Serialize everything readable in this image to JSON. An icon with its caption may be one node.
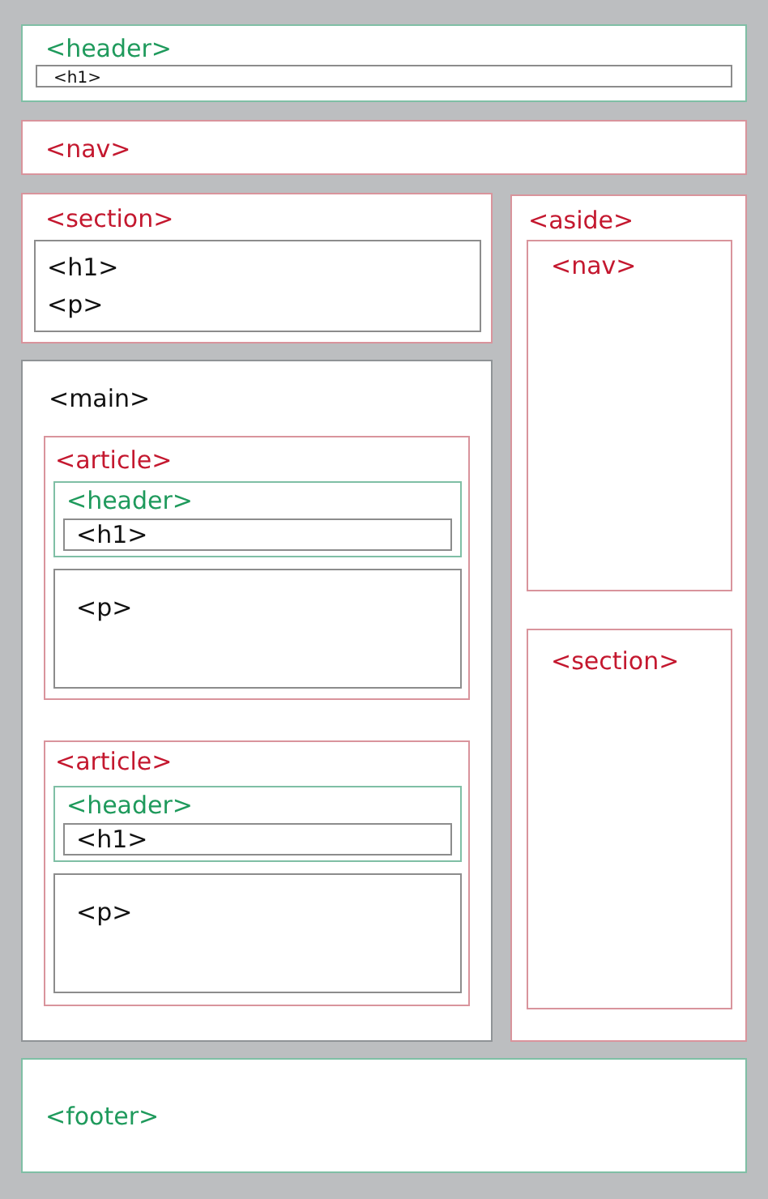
{
  "diagram": {
    "nodes": [
      {
        "text": [
          "<header>"
        ]
      },
      {
        "text": [
          "<h1>"
        ],
        "in": 0
      },
      {
        "text": [
          "<nav>"
        ]
      },
      {
        "text": [
          "<section>"
        ]
      },
      {
        "text": [
          "<h1>",
          "<p>"
        ],
        "in": 3
      },
      {
        "text": [
          "<aside>"
        ]
      },
      {
        "text": [
          "<nav>"
        ],
        "in": 5
      },
      {
        "text": [
          "<section>"
        ],
        "in": 5
      },
      {
        "text": [
          "<main>"
        ]
      },
      {
        "text": [
          "<article>"
        ],
        "in": 8
      },
      {
        "text": [
          "<header>"
        ],
        "in": 9
      },
      {
        "text": [
          "<h1>"
        ],
        "in": 10
      },
      {
        "text": [
          "<p>"
        ],
        "in": 9
      },
      {
        "text": [
          "<article>"
        ],
        "in": 8
      },
      {
        "text": [
          "<header>"
        ],
        "in": 13
      },
      {
        "text": [
          "<h1>"
        ],
        "in": 14
      },
      {
        "text": [
          "<p>"
        ],
        "in": 13
      },
      {
        "text": [
          "<footer>"
        ]
      }
    ]
  }
}
